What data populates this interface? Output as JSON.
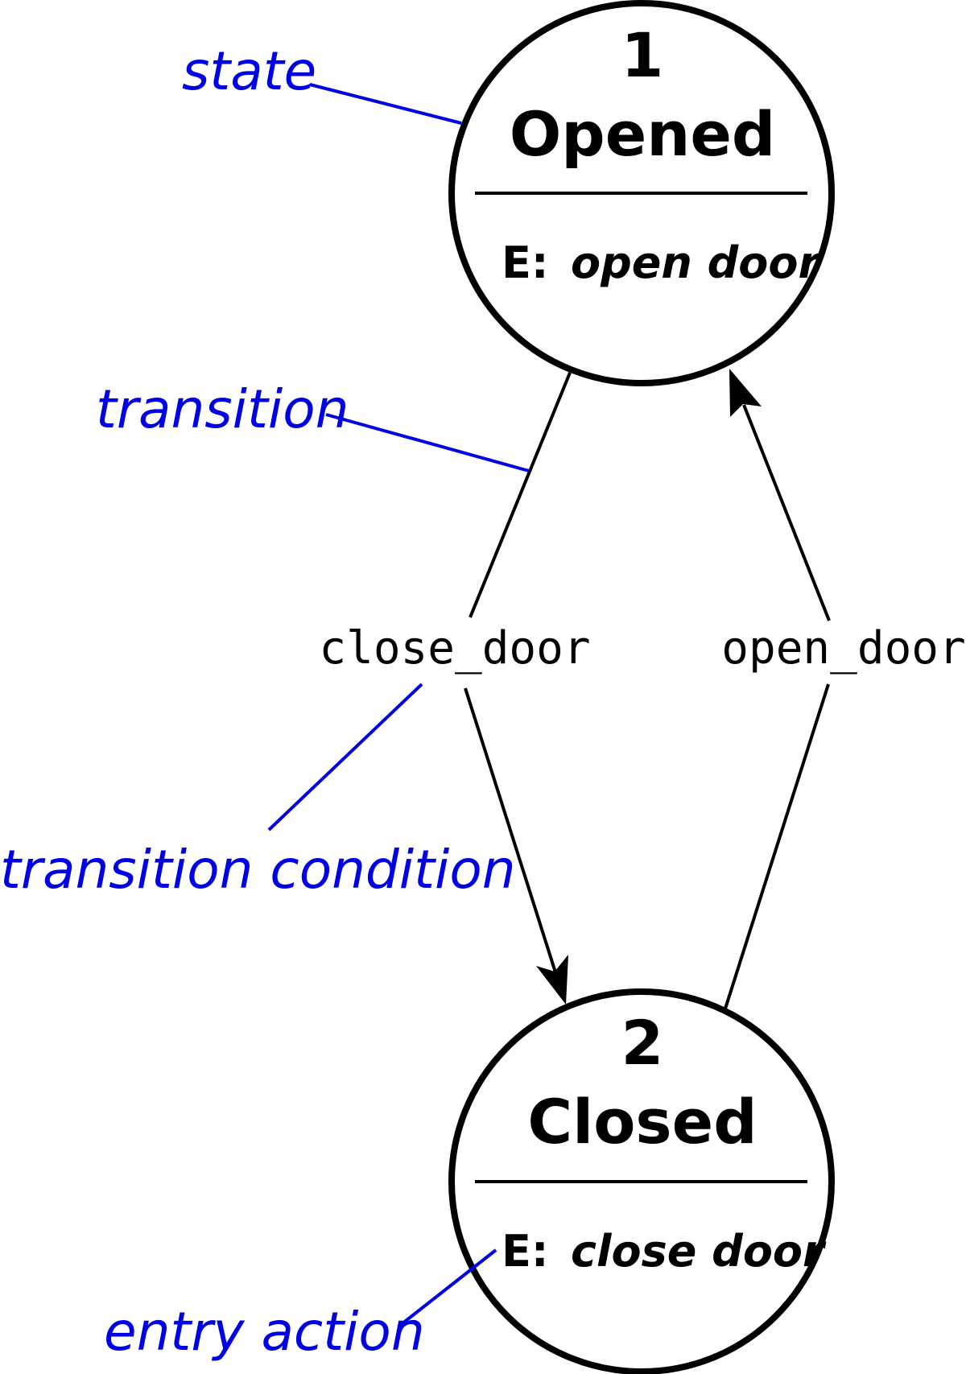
{
  "colors": {
    "annotation": "#0000e6",
    "stroke": "#000000",
    "background": "#ffffff"
  },
  "states": [
    {
      "number": "1",
      "name": "Opened",
      "entry_prefix": "E:",
      "entry_action": "open door"
    },
    {
      "number": "2",
      "name": "Closed",
      "entry_prefix": "E:",
      "entry_action": "close door"
    }
  ],
  "transitions": [
    {
      "from": "Opened",
      "to": "Closed",
      "condition": "close_door"
    },
    {
      "from": "Closed",
      "to": "Opened",
      "condition": "open_door"
    }
  ],
  "annotations": {
    "state": "state",
    "transition": "transition",
    "transition_condition": "transition condition",
    "entry_action": "entry action"
  }
}
